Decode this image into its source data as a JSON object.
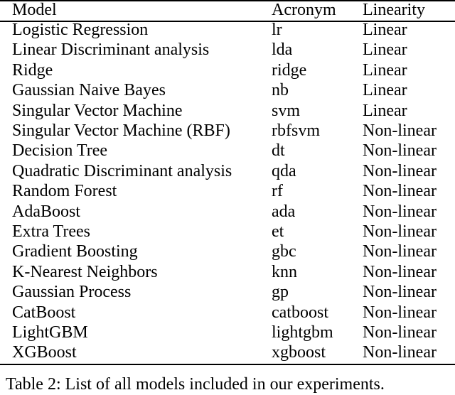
{
  "table": {
    "headers": {
      "model": "Model",
      "acronym": "Acronym",
      "linearity": "Linearity"
    },
    "rows": [
      {
        "model": "Logistic Regression",
        "acronym": "lr",
        "linearity": "Linear"
      },
      {
        "model": "Linear Discriminant analysis",
        "acronym": "lda",
        "linearity": "Linear"
      },
      {
        "model": "Ridge",
        "acronym": "ridge",
        "linearity": "Linear"
      },
      {
        "model": "Gaussian Naive Bayes",
        "acronym": "nb",
        "linearity": "Linear"
      },
      {
        "model": "Singular Vector Machine",
        "acronym": "svm",
        "linearity": "Linear"
      },
      {
        "model": "Singular Vector Machine (RBF)",
        "acronym": "rbfsvm",
        "linearity": "Non-linear"
      },
      {
        "model": "Decision Tree",
        "acronym": "dt",
        "linearity": "Non-linear"
      },
      {
        "model": "Quadratic Discriminant analysis",
        "acronym": "qda",
        "linearity": "Non-linear"
      },
      {
        "model": "Random Forest",
        "acronym": "rf",
        "linearity": "Non-linear"
      },
      {
        "model": "AdaBoost",
        "acronym": "ada",
        "linearity": "Non-linear"
      },
      {
        "model": "Extra Trees",
        "acronym": "et",
        "linearity": "Non-linear"
      },
      {
        "model": "Gradient Boosting",
        "acronym": "gbc",
        "linearity": "Non-linear"
      },
      {
        "model": "K-Nearest Neighbors",
        "acronym": "knn",
        "linearity": "Non-linear"
      },
      {
        "model": "Gaussian Process",
        "acronym": "gp",
        "linearity": "Non-linear"
      },
      {
        "model": "CatBoost",
        "acronym": "catboost",
        "linearity": "Non-linear"
      },
      {
        "model": "LightGBM",
        "acronym": "lightgbm",
        "linearity": "Non-linear"
      },
      {
        "model": "XGBoost",
        "acronym": "xgboost",
        "linearity": "Non-linear"
      }
    ]
  },
  "caption": "Table 2: List of all models included in our experiments."
}
